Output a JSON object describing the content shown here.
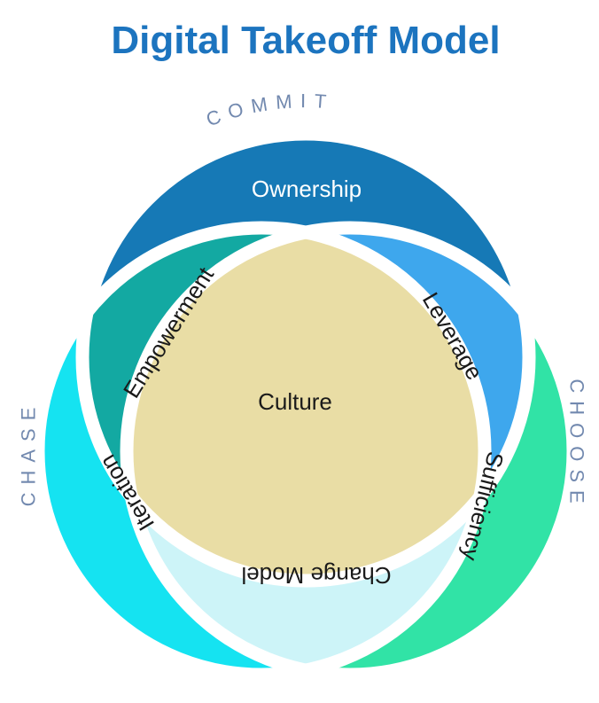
{
  "title": {
    "text": "Digital Takeoff Model",
    "color": "#1C74BF"
  },
  "curved_labels": {
    "top": {
      "text": "COMMIT"
    },
    "left": {
      "text": "CHASE"
    },
    "right": {
      "text": "CHOOSE"
    },
    "color": "#7289AF"
  },
  "colors": {
    "separator": "#FFFFFF",
    "background": "#FFFFFF"
  },
  "regions": {
    "ownership": {
      "label": "Ownership",
      "fill": "#1679B6",
      "text_color": "#FFFFFF"
    },
    "empowerment": {
      "label": "Empowerment",
      "fill": "#13A9A2",
      "text_color": "#1A1A1A"
    },
    "leverage": {
      "label": "Leverage",
      "fill": "#3EA7ED",
      "text_color": "#1A1A1A"
    },
    "iteration": {
      "label": "Iteration",
      "fill": "#15E3F1",
      "text_color": "#1A1A1A"
    },
    "sufficiency": {
      "label": "Sufficiency",
      "fill": "#31E3A6",
      "text_color": "#1A1A1A"
    },
    "change_model": {
      "label": "Change Model",
      "fill": "#CDF4F8",
      "text_color": "#1A1A1A"
    },
    "culture": {
      "label": "Culture",
      "fill": "#E9DDA5",
      "text_color": "#1A1A1A"
    }
  }
}
